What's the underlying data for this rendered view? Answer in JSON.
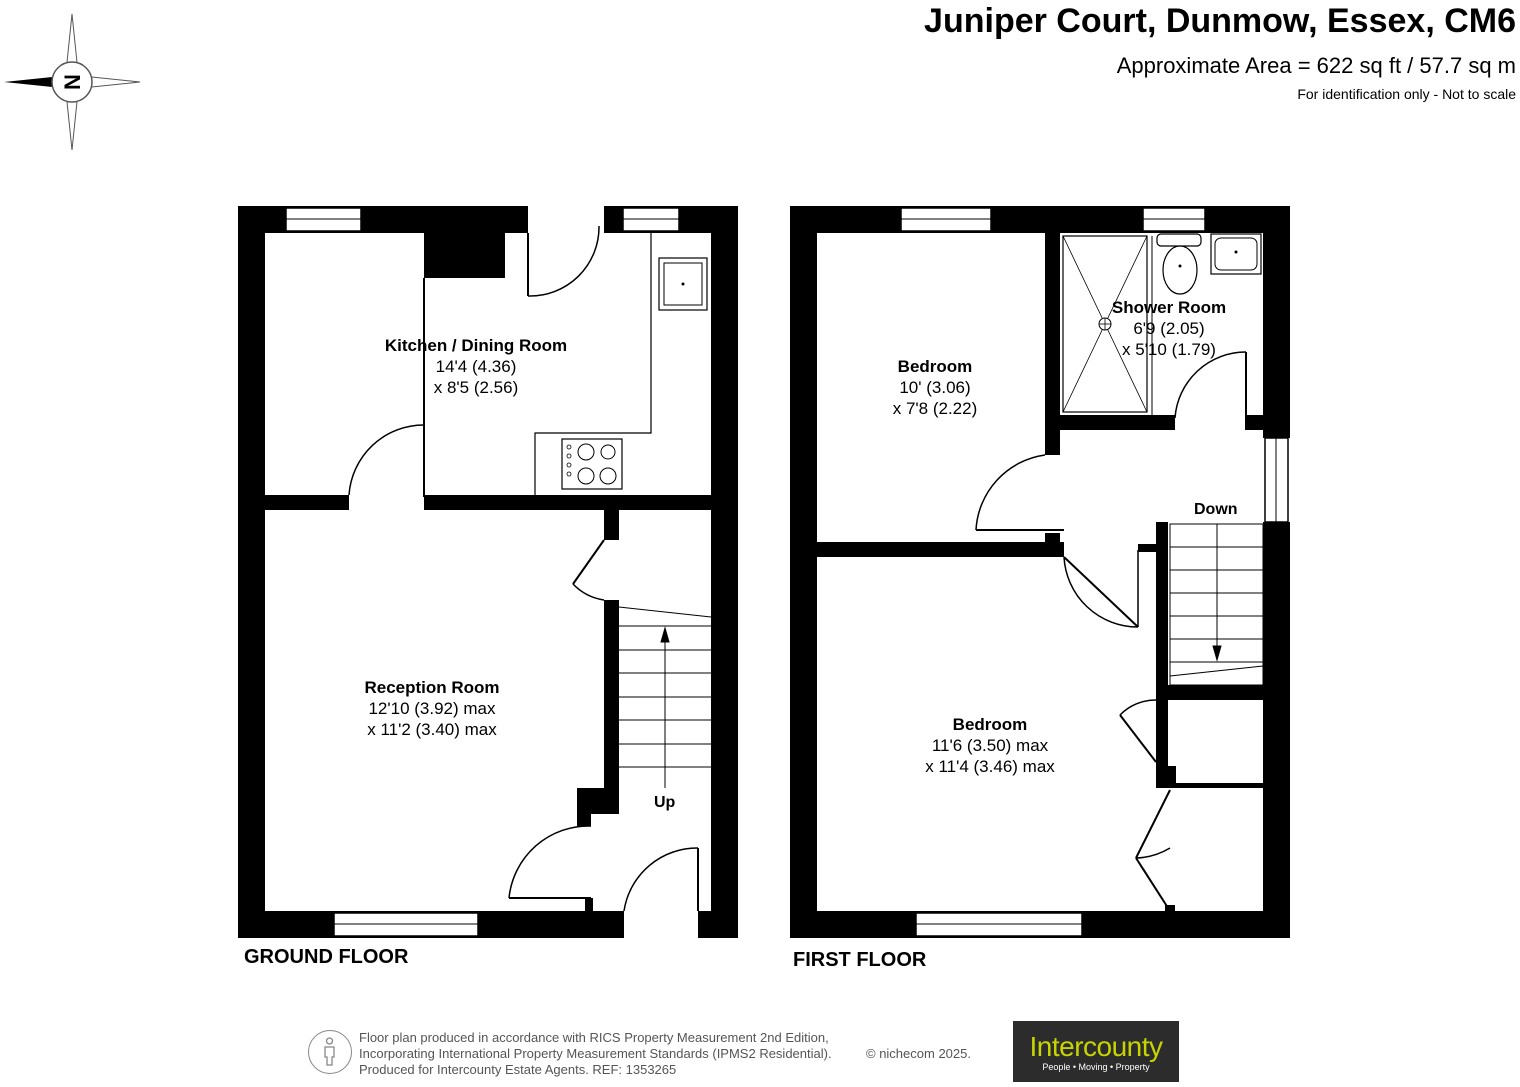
{
  "header": {
    "title": "Juniper Court, Dunmow, Essex, CM6",
    "area": "Approximate Area = 622 sq ft / 57.7 sq m",
    "note": "For identification only - Not to scale"
  },
  "compass": {
    "letter": "N",
    "icon": "compass-icon"
  },
  "ground_floor": {
    "label": "GROUND FLOOR",
    "rooms": [
      {
        "name": "Kitchen / Dining Room",
        "dim1": "14'4 (4.36)",
        "dim2": "x 8'5 (2.56)"
      },
      {
        "name": "Reception Room",
        "dim1": "12'10 (3.92) max",
        "dim2": "x 11'2 (3.40) max"
      }
    ],
    "stairs_label": "Up"
  },
  "first_floor": {
    "label": "FIRST FLOOR",
    "rooms": [
      {
        "name": "Bedroom",
        "dim1": "10' (3.06)",
        "dim2": "x 7'8 (2.22)"
      },
      {
        "name": "Shower Room",
        "dim1": "6'9 (2.05)",
        "dim2": "x 5'10 (1.79)"
      },
      {
        "name": "Bedroom",
        "dim1": "11'6 (3.50) max",
        "dim2": "x 11'4 (3.46) max"
      }
    ],
    "stairs_label": "Down"
  },
  "footer": {
    "line1": "Floor plan produced in accordance with RICS Property Measurement 2nd Edition,",
    "line2": "Incorporating International Property Measurement Standards (IPMS2 Residential).",
    "line3": "Produced for Intercounty Estate Agents.   REF:  1353265",
    "copyright": "© nichecom 2025."
  },
  "logo": {
    "brand": "Intercounty",
    "tagline": "People • Moving • Property",
    "color": "#c7d400"
  },
  "colors": {
    "wall": "#000000",
    "background": "#ffffff"
  }
}
